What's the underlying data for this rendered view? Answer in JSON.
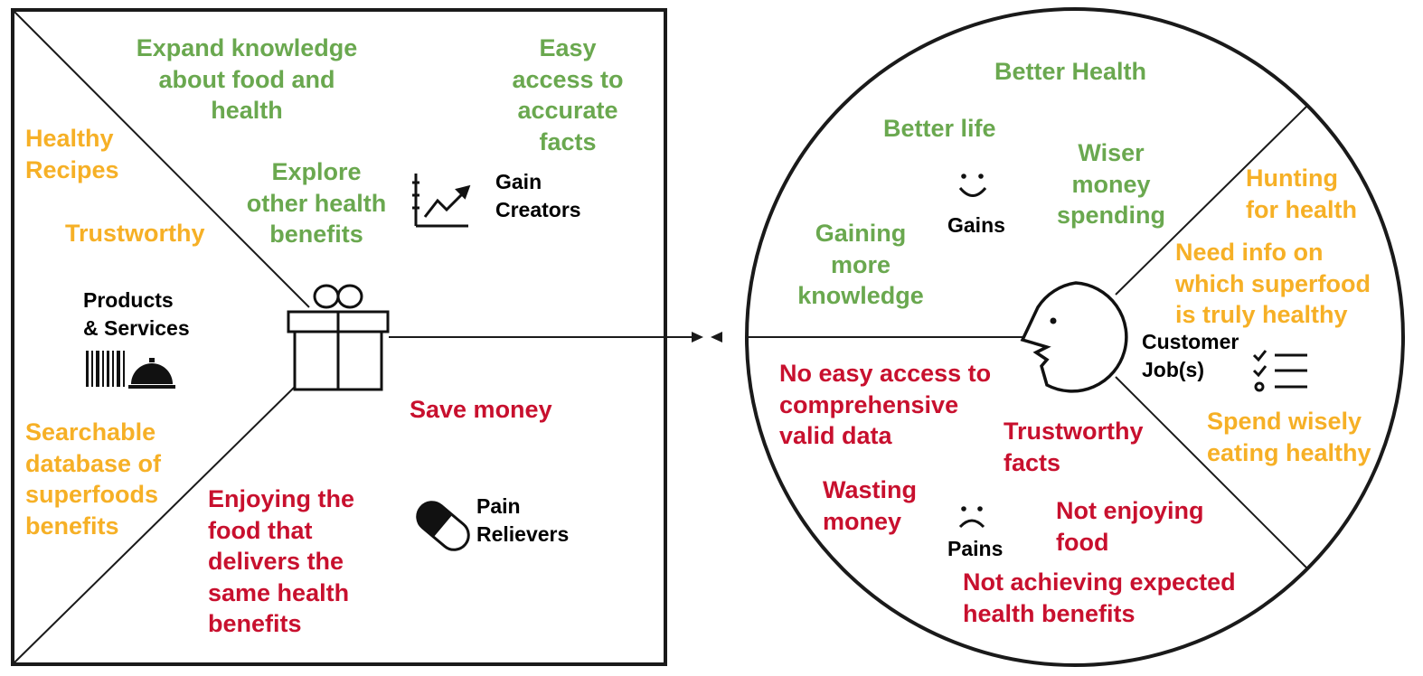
{
  "colors": {
    "gain": "#6aa84f",
    "job": "#f6b026",
    "pain": "#c8102e",
    "line": "#1a1a1a"
  },
  "value_map": {
    "gain_creators": {
      "label": "Gain\nCreators",
      "icon": "trending-chart-icon",
      "items": [
        "Expand knowledge\nabout food and\nhealth",
        "Easy\naccess to\naccurate\nfacts",
        "Explore\nother health\nbenefits"
      ]
    },
    "products_services": {
      "label": "Products\n& Services",
      "icon": "barcode-cloche-icon",
      "center_icon": "gift-box-icon",
      "items": [
        "Healthy\nRecipes",
        "Trustworthy",
        "Searchable\ndatabase of\nsuperfoods\nbenefits"
      ]
    },
    "pain_relievers": {
      "label": "Pain\nRelievers",
      "icon": "pill-capsule-icon",
      "items": [
        "Save money",
        "Enjoying the\nfood that\ndelivers the\nsame health\nbenefits"
      ]
    }
  },
  "customer_profile": {
    "gains": {
      "label": "Gains",
      "icon": "smiley-face-icon",
      "items": [
        "Better Health",
        "Better life",
        "Wiser\nmoney\nspending",
        "Gaining\nmore\nknowledge"
      ]
    },
    "customer_jobs": {
      "label": "Customer\nJob(s)",
      "icon": "checklist-icon",
      "center_icon": "customer-head-icon",
      "items": [
        "Hunting\nfor health",
        "Need info on\nwhich superfood\nis truly healthy",
        "Spend wisely\neating healthy"
      ]
    },
    "pains": {
      "label": "Pains",
      "icon": "sad-face-icon",
      "items": [
        "No easy access to\ncomprehensive\nvalid data",
        "Trustworthy\nfacts",
        "Wasting\nmoney",
        "Not enjoying\nfood",
        "Not achieving expected\nhealth benefits"
      ]
    }
  }
}
